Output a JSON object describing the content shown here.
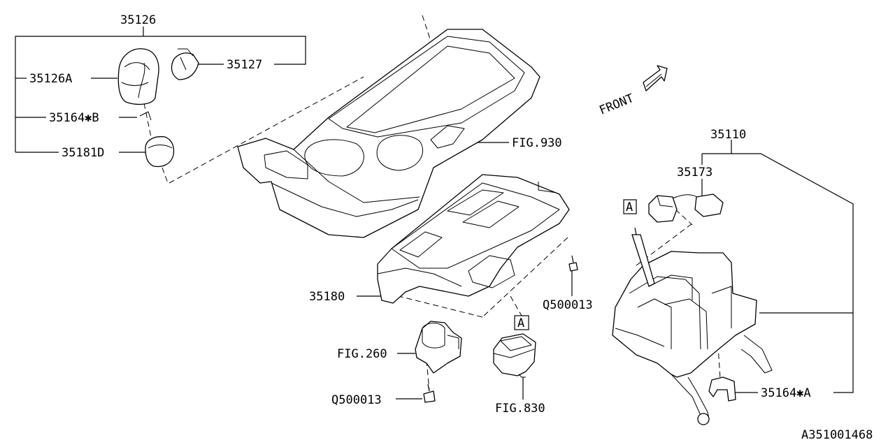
{
  "labels": {
    "p35126": "35126",
    "p35126A": "35126A",
    "p35127": "35127",
    "p35164B": "35164✱B",
    "p35181D": "35181D",
    "fig930": "FIG.930",
    "front": "FRONT",
    "p35110": "35110",
    "p35173": "35173",
    "p35180": "35180",
    "q500013_right": "Q500013",
    "fig260": "FIG.260",
    "q500013_left": "Q500013",
    "fig830": "FIG.830",
    "p35164A": "35164✱A",
    "marker_a_top": "A",
    "marker_a_bottom": "A",
    "drawing_no": "A351001468"
  }
}
